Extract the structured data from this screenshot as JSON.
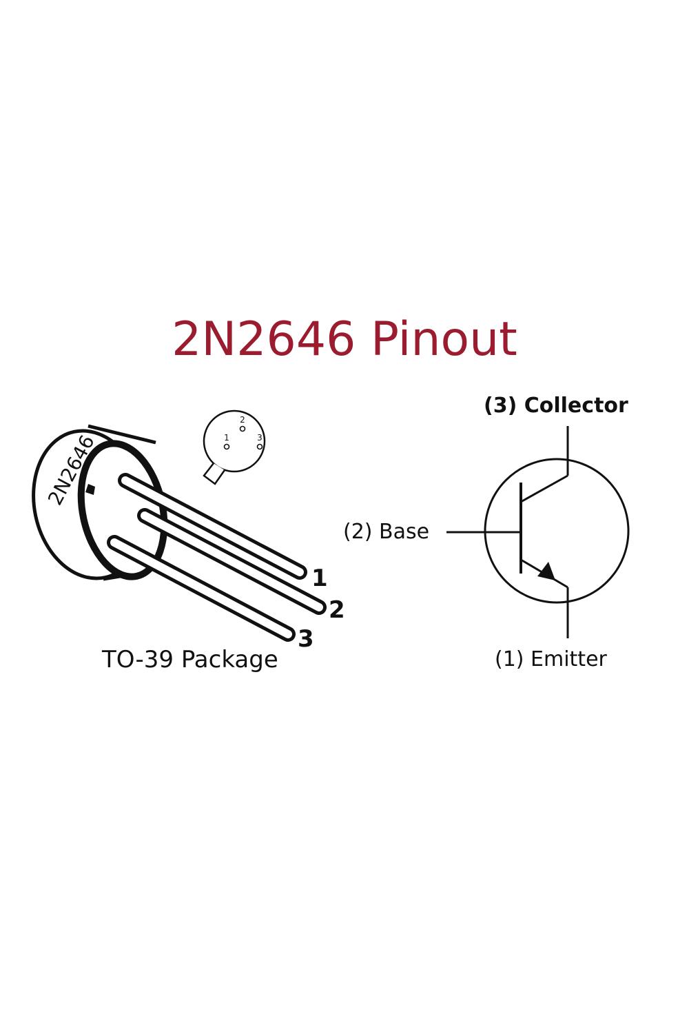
{
  "title": "2N2646 Pinout",
  "package": {
    "label": "TO-39 Package",
    "body_marking": "2N2646",
    "bottom_view_pins": [
      "1",
      "2",
      "3"
    ],
    "lead_numbers": [
      "1",
      "2",
      "3"
    ]
  },
  "symbol": {
    "collector_label": "(3) Collector",
    "base_label": "(2) Base",
    "emitter_label": "(1) Emitter"
  },
  "colors": {
    "title": "#9b1c2e",
    "ink": "#111111"
  }
}
